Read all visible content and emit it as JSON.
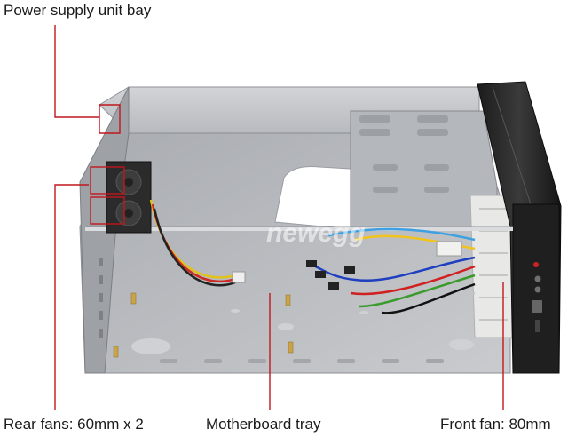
{
  "labels": {
    "psu_bay": "Power supply unit bay",
    "rear_fans": "Rear fans: 60mm x 2",
    "motherboard_tray": "Motherboard tray",
    "front_fan": "Front fan: 80mm"
  },
  "watermark": "newegg",
  "colors": {
    "callout_line": "#c0171d",
    "chassis_metal": "#b9bcc0",
    "front_panel": "#2a2a2a"
  }
}
